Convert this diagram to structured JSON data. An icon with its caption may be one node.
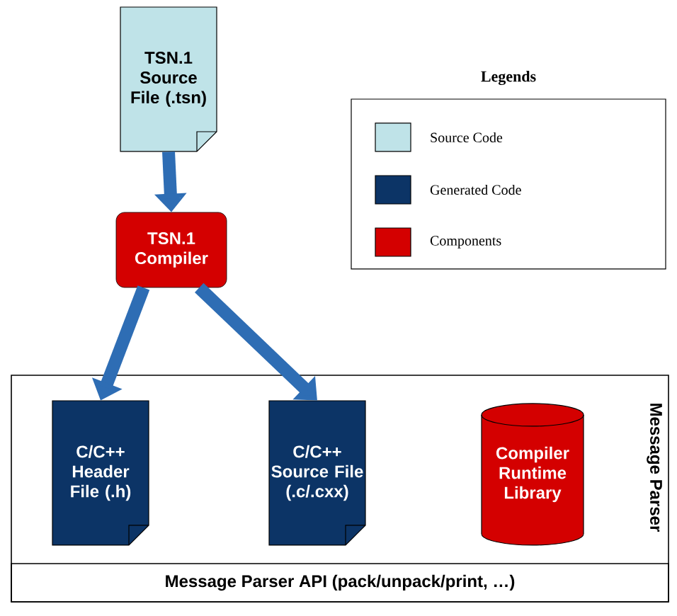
{
  "diagram": {
    "nodes": [
      {
        "text": [
          "TSN.1 Source File (.tsn)"
        ]
      },
      {
        "text": [
          "TSN.1 Compiler"
        ]
      },
      {
        "text": [
          "Message Parser"
        ]
      },
      {
        "text": [
          "C/C++ Header File (.h)"
        ],
        "in": 2
      },
      {
        "text": [
          "C/C++ Source File (.c/.cxx)"
        ],
        "in": 2
      },
      {
        "text": [
          "Compiler Runtime Library"
        ],
        "in": 2
      },
      {
        "text": [
          "Message Parser API (pack/unpack/print, …)"
        ],
        "in": 2
      }
    ],
    "edges": [
      {
        "from": 0,
        "to": 1,
        "arrow": "to"
      },
      {
        "from": 1,
        "to": 3,
        "arrow": "to"
      },
      {
        "from": 1,
        "to": 4,
        "arrow": "to"
      }
    ],
    "labels": [
      "Legends"
    ],
    "legend": [
      {
        "text": "Source Code",
        "color": "#bfe3e8"
      },
      {
        "text": "Generated Code",
        "color": "#0c3466"
      },
      {
        "text": "Components",
        "color": "#d40000"
      }
    ]
  }
}
